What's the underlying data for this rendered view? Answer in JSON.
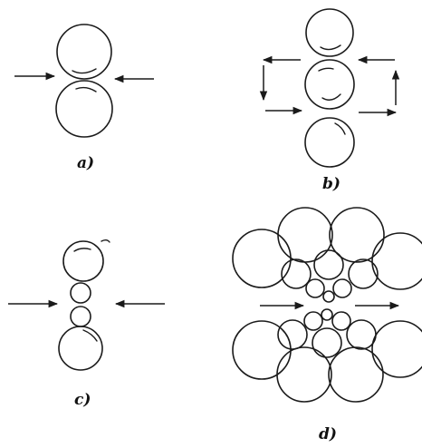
{
  "colors": {
    "ink": "#1a1a1a",
    "background": "#ffffff"
  },
  "panels": {
    "a": {
      "label": "a)",
      "description_rolls": 2
    },
    "b": {
      "label": "b)"
    },
    "c": {
      "label": "c)"
    },
    "d": {
      "label": "d)"
    }
  }
}
